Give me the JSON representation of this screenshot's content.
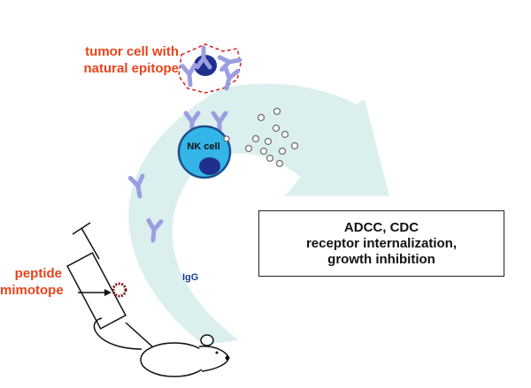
{
  "labels": {
    "tumor_cell": [
      "tumor cell with",
      "natural epitope"
    ],
    "nk_cell": "NK cell",
    "effects": [
      "ADCC, CDC",
      "receptor internalization,",
      "growth inhibition"
    ],
    "peptide": [
      "peptide",
      "mimotope"
    ],
    "igg": "IgG"
  },
  "colors": {
    "label_red": "#e8431c",
    "arrow_fill": "#dcefef",
    "antibody": "#9b9ee0",
    "nk_cell_fill": "#33b5e8",
    "nucleus": "#1f2f8c",
    "igg_text": "#1f3e8c",
    "outline_red": "#d91c1c"
  }
}
